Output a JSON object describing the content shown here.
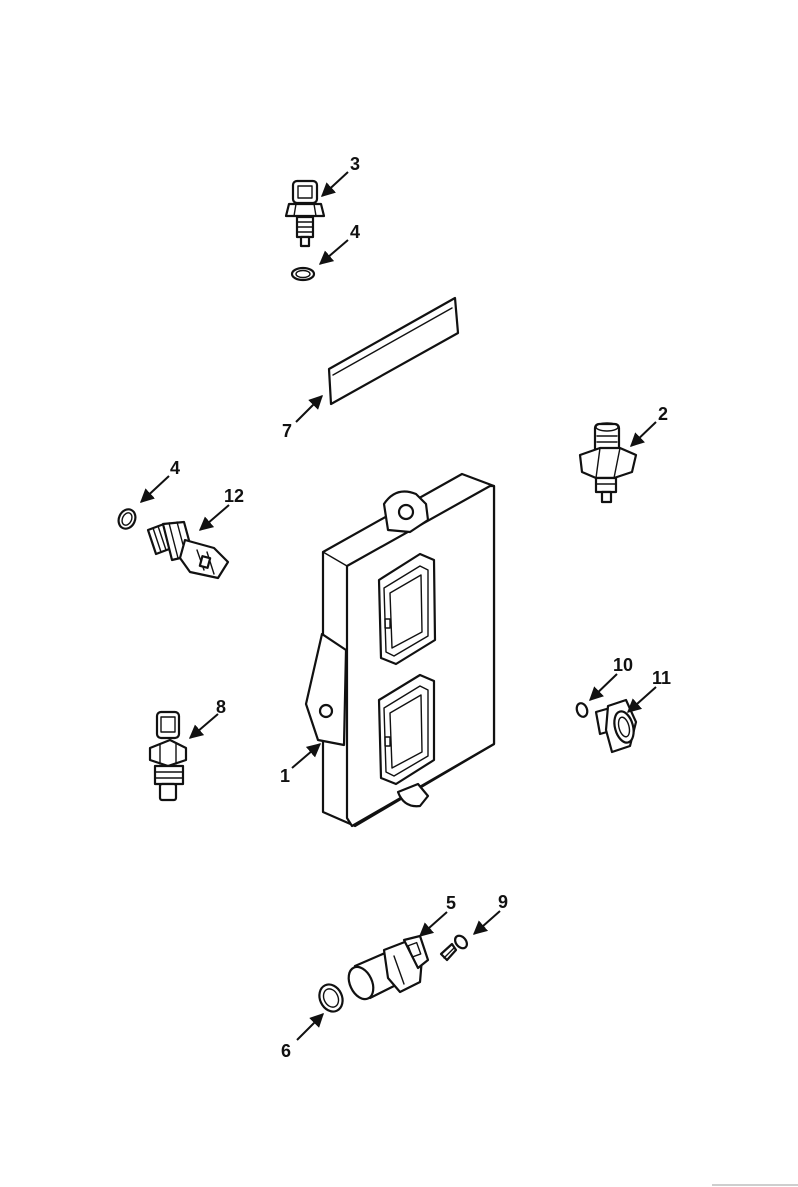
{
  "callouts": {
    "ecm": "1",
    "sensor_2": "2",
    "sensor_3": "3",
    "seal_4_top": "4",
    "seal_4_left": "4",
    "sensor_5": "5",
    "seal_6": "6",
    "label_7": "7",
    "sensor_8": "8",
    "bolt_9": "9",
    "seal_10": "10",
    "sensor_11": "11",
    "sensor_12": "12"
  }
}
